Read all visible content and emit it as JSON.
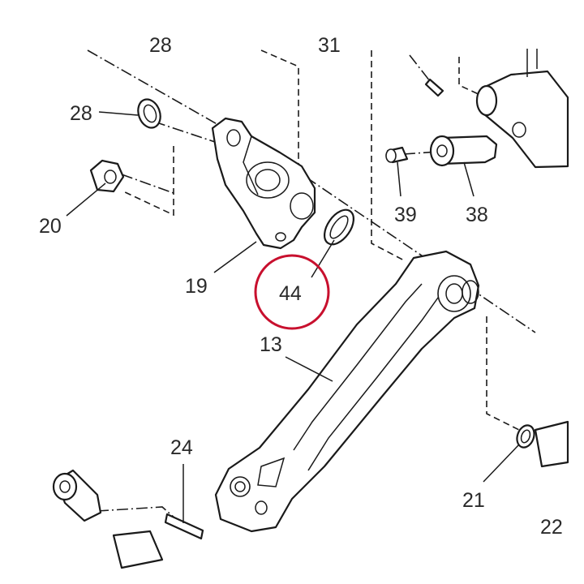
{
  "diagram": {
    "highlight_color": "#c8102e",
    "callouts": {
      "c28top": "28",
      "c31": "31",
      "c28": "28",
      "c20": "20",
      "c19": "19",
      "c44": "44",
      "c39": "39",
      "c38": "38",
      "c13": "13",
      "c24": "24",
      "c21": "21",
      "c22": "22"
    }
  }
}
